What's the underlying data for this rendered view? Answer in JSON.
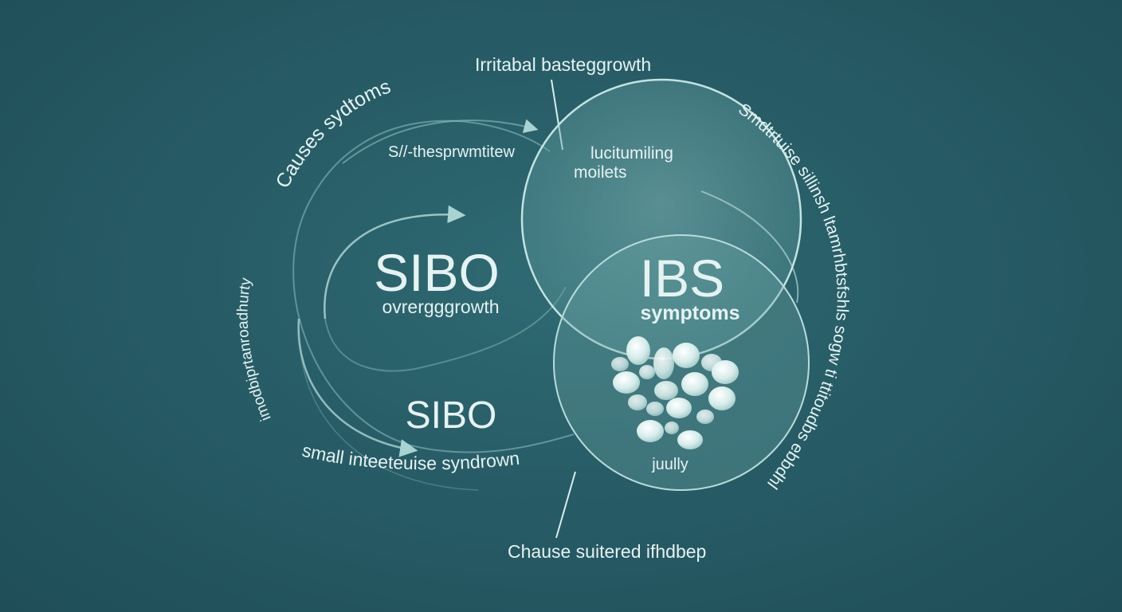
{
  "top_label": "Irritabal basteggrowth",
  "left_inner_label": "S//-thesprwmtitew",
  "causes_label": "Causes sydtoms",
  "left_vertical_label": "imodbiprtanroadhurty",
  "sibo_title": "SIBO",
  "sibo_subtitle": "ovrergggrowth",
  "sibo_lower": "SIBO",
  "bottom_left_label": "small inteeteuise syndrown",
  "ibs_upper_label_line1": "lucitumiling",
  "ibs_upper_label_line2": "moilets",
  "ibs_title": "IBS",
  "ibs_subtitle": "symptoms",
  "ibs_cluster_label": "juully",
  "right_curved_label": "Smdtrtuise sillinsh ltamrhbtsfshls sogw ti ttitoudbs ebbdhl",
  "bottom_right_label": "Chause suitered ifhdbep",
  "colors": {
    "background": "#275c66",
    "text": "#e6f2f2",
    "line": "#a9d3d3",
    "ibs_fill": "#5f9b9d"
  }
}
